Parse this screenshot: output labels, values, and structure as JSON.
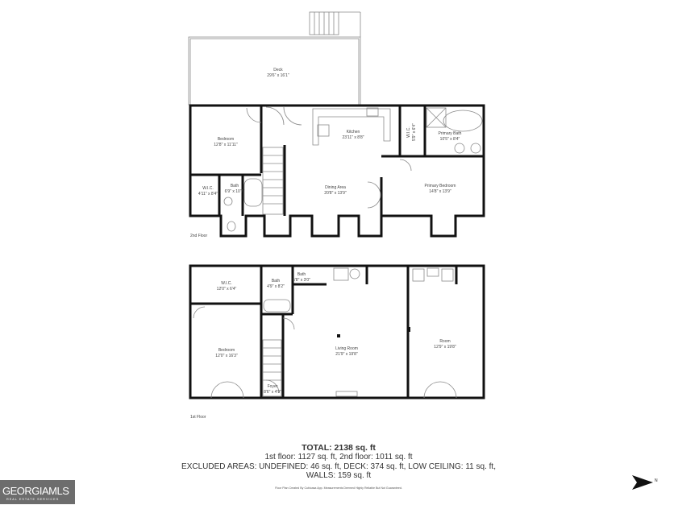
{
  "floors": [
    {
      "name": "2nd Floor",
      "rooms": [
        {
          "name": "Deck",
          "dims": "29'6\" x 16'1\""
        },
        {
          "name": "Bedroom",
          "dims": "12'8\" x 11'11\""
        },
        {
          "name": "Kitchen",
          "dims": "23'11\" x 8'8\""
        },
        {
          "name": "W.I.C.",
          "dims": "5'9\" x 6'4\""
        },
        {
          "name": "Primary Bath",
          "dims": "10'5\" x 8'4\""
        },
        {
          "name": "W.I.C.",
          "dims": "4'11\" x 8'4\""
        },
        {
          "name": "Bath",
          "dims": "6'9\" x 10'7\""
        },
        {
          "name": "Dining Area",
          "dims": "20'8\" x 13'9\""
        },
        {
          "name": "Primary Bedroom",
          "dims": "14'8\" x 13'9\""
        }
      ]
    },
    {
      "name": "1st Floor",
      "rooms": [
        {
          "name": "W.I.C.",
          "dims": "12'0\" x 6'4\""
        },
        {
          "name": "Bath",
          "dims": "4'9\" x 8'2\""
        },
        {
          "name": "Bath",
          "dims": "5'8\" x 3'0\""
        },
        {
          "name": "Bedroom",
          "dims": "12'0\" x 16'3\""
        },
        {
          "name": "Living Room",
          "dims": "21'9\" x 19'8\""
        },
        {
          "name": "Room",
          "dims": "12'9\" x 19'8\""
        },
        {
          "name": "Foyer",
          "dims": "8'6\" x 4'9\""
        }
      ]
    }
  ],
  "summary": {
    "total": "TOTAL: 2138 sq. ft",
    "floors_line": "1st floor: 1127 sq. ft, 2nd floor: 1011 sq. ft",
    "excluded_line": "EXCLUDED AREAS: UNDEFINED: 46 sq. ft, DECK: 374 sq. ft, LOW CEILING: 11 sq. ft,",
    "walls_line": "WALLS: 159 sq. ft",
    "disclaimer": "Floor Plan Created By Cubicasa App. Measurements Deemed Highly Reliable But Not Guaranteed."
  },
  "logo": {
    "main": "GEORGIAMLS",
    "sub": "REAL ESTATE SERVICES"
  },
  "compass": {
    "label": "N",
    "icon": "north-arrow-icon"
  },
  "colors": {
    "wall": "#111111",
    "line": "#8a8a8a",
    "logo_bg": "#6d6d6d"
  }
}
